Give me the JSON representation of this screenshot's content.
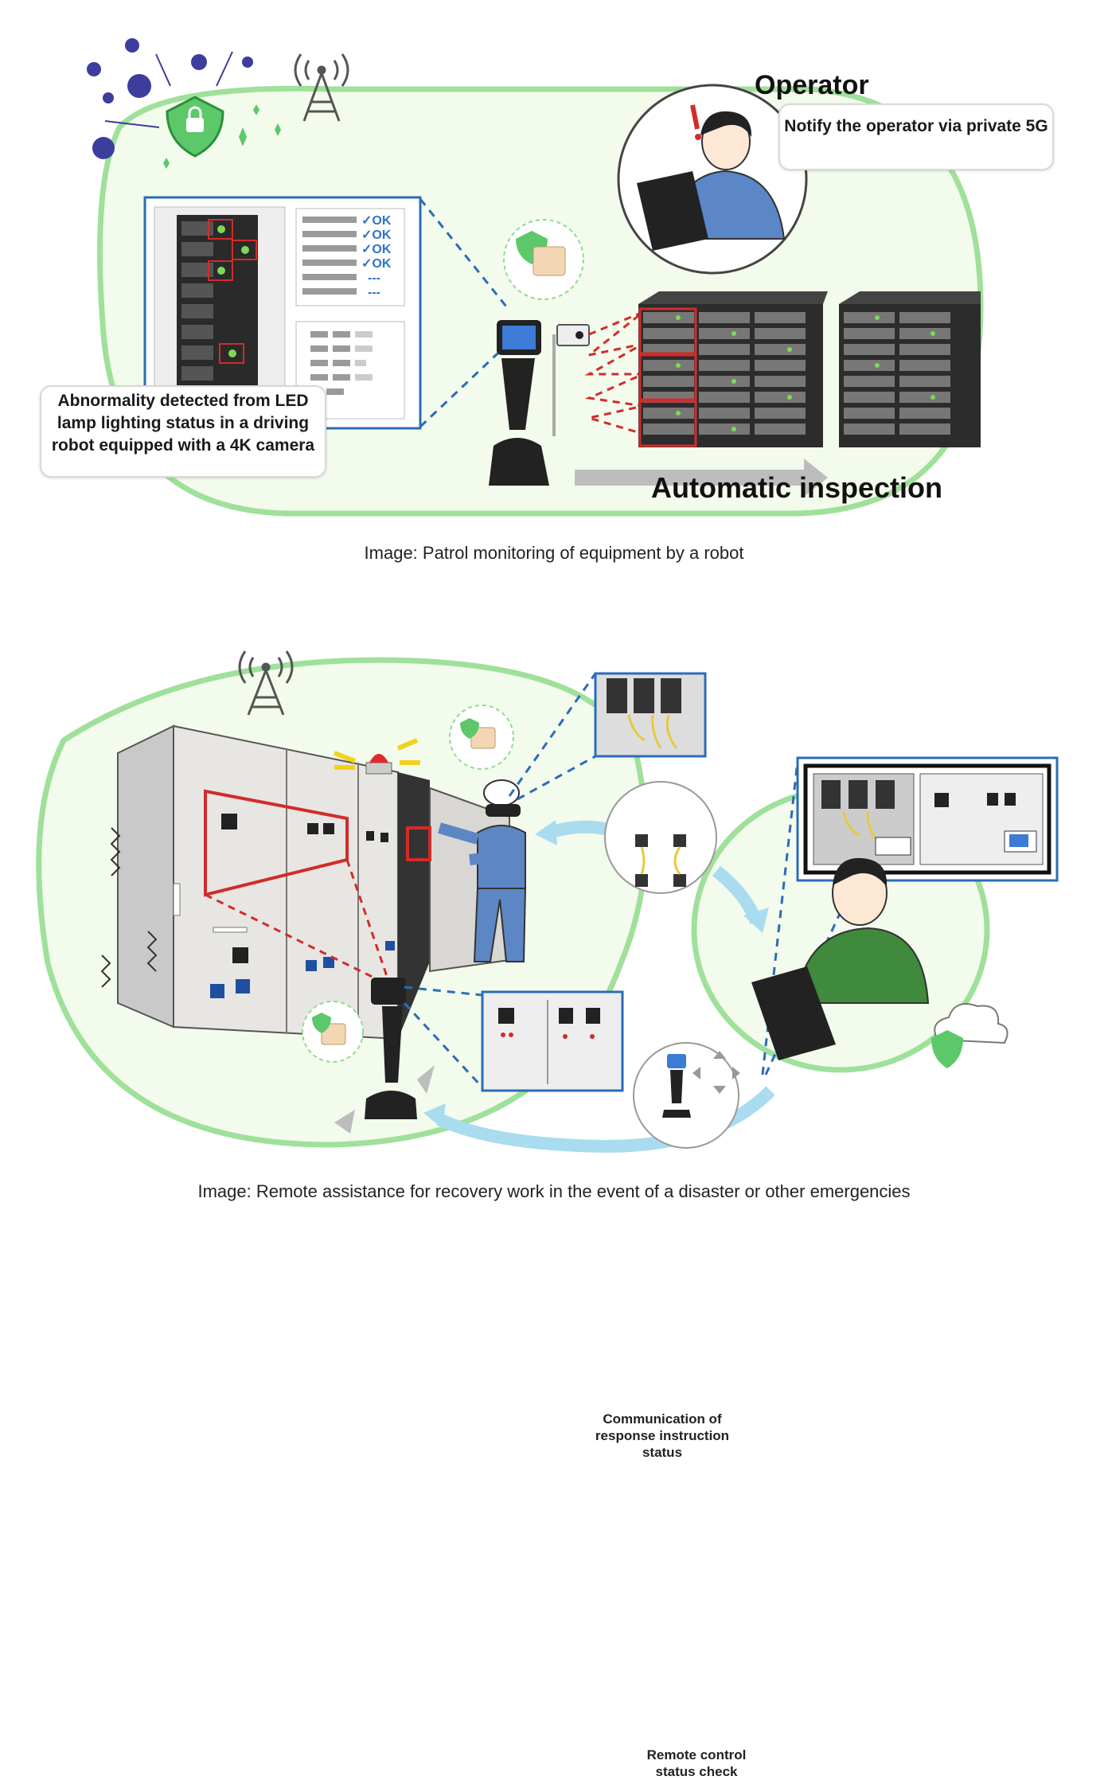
{
  "figure1": {
    "operator_title": "Operator",
    "notify_callout": "Notify the operator via private 5G",
    "abnormality_callout": "Abnormality detected from LED lamp lighting status in a driving robot equipped with a 4K camera",
    "check_labels": [
      "✓OK",
      "✓OK",
      "✓OK",
      "✓OK",
      "---",
      "---"
    ],
    "automatic_inspection": "Automatic inspection",
    "caption": "Image: Patrol monitoring of equipment by a robot"
  },
  "figure2": {
    "communication_label": "Communication of response instruction status",
    "remote_label": "Remote control status check",
    "caption": "Image: Remote assistance for recovery work in the event of a disaster or other emergencies"
  },
  "colors": {
    "green_outline": "#8fdc8f",
    "green_fill": "#f1fbe9",
    "blue_frame": "#2b6cb8",
    "red_highlight": "#d22b2b",
    "arrow_blue": "#a9dcee",
    "ok_blue": "#2f72c8"
  }
}
